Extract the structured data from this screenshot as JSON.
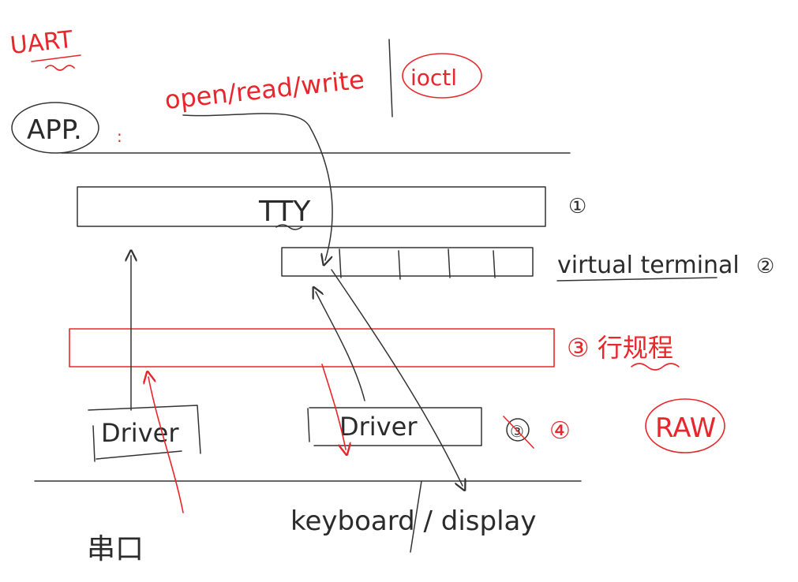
{
  "labels": {
    "uart": "UART",
    "app": "APP.",
    "syscalls": "open/read/write",
    "ioctl": "ioctl",
    "tty": "TTY",
    "layer1_mark": "①",
    "virtual_terminal": "virtual terminal",
    "layer2_mark": "②",
    "layer3": "③ 行规程",
    "driver_left": "Driver",
    "driver_right": "Driver",
    "layer3_struck": "③",
    "layer4_mark": "④",
    "raw": "RAW",
    "serial_port": "串口",
    "keyboard_display": "keyboard / display"
  },
  "colors": {
    "annotation": "#e8262b",
    "ink": "#333333"
  }
}
